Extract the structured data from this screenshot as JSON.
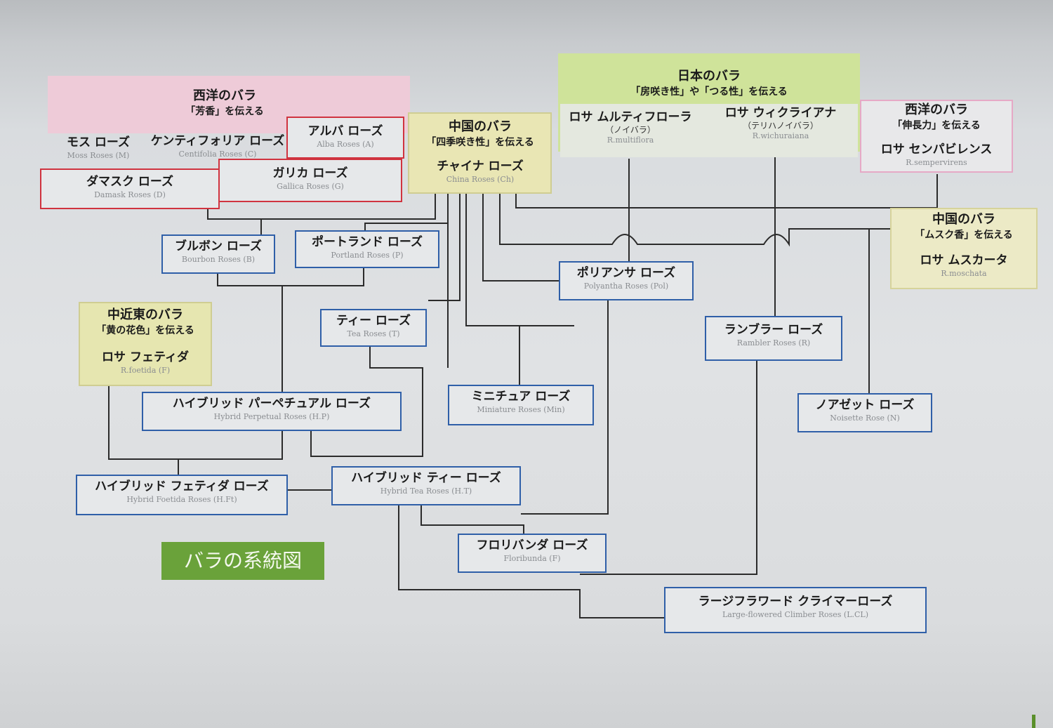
{
  "diagram_title": "バラの系統図",
  "groups": {
    "western_fragrance": {
      "title": "西洋のバラ",
      "subtitle": "「芳香」を伝える",
      "color": "#eecbd8"
    },
    "chinese_remontant": {
      "title": "中国のバラ",
      "subtitle": "「四季咲き性」を伝える",
      "color": "#e9e6b4"
    },
    "japanese": {
      "title": "日本のバラ",
      "subtitle": "「房咲き性」や「つる性」を伝える",
      "color": "#cfe39a"
    },
    "western_vigor": {
      "title": "西洋のバラ",
      "subtitle": "「伸長力」を伝える",
      "color": "#e8e8ea"
    },
    "middle_east": {
      "title": "中近東のバラ",
      "subtitle": "「黄の花色」を伝える",
      "color": "#e6e6b0"
    },
    "chinese_musk": {
      "title": "中国のバラ",
      "subtitle": "「ムスク香」を伝える",
      "color": "#eceac6"
    }
  },
  "nodes": {
    "moss": {
      "jp": "モス ローズ",
      "en": "Moss Roses (M)"
    },
    "centifolia": {
      "jp": "ケンティフォリア ローズ",
      "en": "Centifolia Roses (C)"
    },
    "alba": {
      "jp": "アルバ ローズ",
      "en": "Alba Roses (A)"
    },
    "damask": {
      "jp": "ダマスク ローズ",
      "en": "Damask Roses (D)"
    },
    "gallica": {
      "jp": "ガリカ ローズ",
      "en": "Gallica Roses (G)"
    },
    "china": {
      "jp": "チャイナ ローズ",
      "en": "China Roses (Ch)"
    },
    "multiflora": {
      "jp": "ロサ ムルティフローラ",
      "sub": "（ノイバラ）",
      "en": "R.multiflora"
    },
    "wichuraiana": {
      "jp": "ロサ ウィクライアナ",
      "sub": "（テリハノイバラ）",
      "en": "R.wichuraiana"
    },
    "sempervirens": {
      "jp": "ロサ センパビレンス",
      "en": "R.sempervirens"
    },
    "moschata": {
      "jp": "ロサ ムスカータ",
      "en": "R.moschata"
    },
    "foetida": {
      "jp": "ロサ フェティダ",
      "en": "R.foetida (F)"
    },
    "bourbon": {
      "jp": "ブルボン ローズ",
      "en": "Bourbon Roses (B)"
    },
    "portland": {
      "jp": "ポートランド ローズ",
      "en": "Portland Roses (P)"
    },
    "polyantha": {
      "jp": "ポリアンサ ローズ",
      "en": "Polyantha Roses (Pol)"
    },
    "tea": {
      "jp": "ティー ローズ",
      "en": "Tea Roses (T)"
    },
    "rambler": {
      "jp": "ランブラー ローズ",
      "en": "Rambler Roses (R)"
    },
    "hybrid_perpetual": {
      "jp": "ハイブリッド パーペチュアル ローズ",
      "en": "Hybrid Perpetual Roses (H.P)"
    },
    "miniature": {
      "jp": "ミニチュア ローズ",
      "en": "Miniature Roses (Min)"
    },
    "noisette": {
      "jp": "ノアゼット ローズ",
      "en": "Noisette Rose (N)"
    },
    "hybrid_foetida": {
      "jp": "ハイブリッド フェティダ ローズ",
      "en": "Hybrid Foetida Roses (H.Ft)"
    },
    "hybrid_tea": {
      "jp": "ハイブリッド ティー ローズ",
      "en": "Hybrid Tea Roses (H.T)"
    },
    "floribunda": {
      "jp": "フロリバンダ ローズ",
      "en": "Floribunda (F)"
    },
    "lcl": {
      "jp": "ラージフラワード クライマーローズ",
      "en": "Large-flowered Climber Roses (L.CL)"
    }
  },
  "colors": {
    "line": "#2b2b2b",
    "node_border": "#2f5fa8",
    "group_border": "#d0333f",
    "title_badge": "#6aa23a"
  }
}
